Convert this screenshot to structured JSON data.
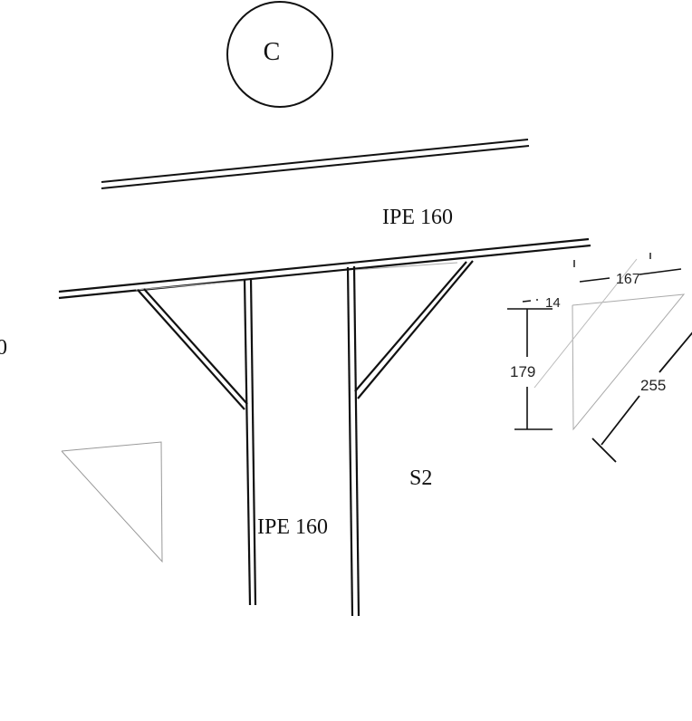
{
  "labels": {
    "section_marker": "C",
    "beam_profile": "IPE 160",
    "column_profile": "IPE 160",
    "support_label": "S2",
    "edge_fragment": "0"
  },
  "dimensions": {
    "horizontal": "167",
    "offset": "14",
    "vertical": "179",
    "diagonal": "255"
  }
}
